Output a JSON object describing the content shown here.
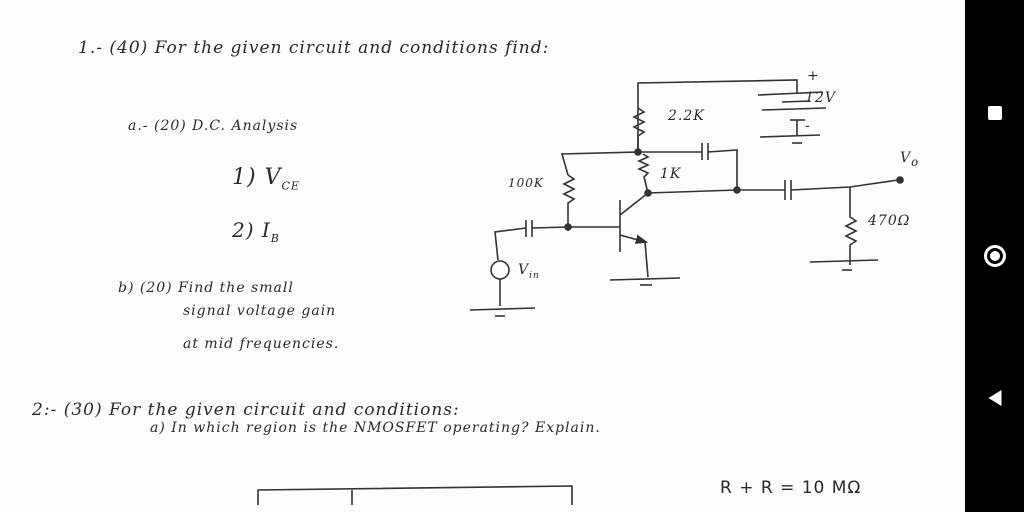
{
  "problem1": {
    "heading": "1.- (40)  For  the  given  circuit  and  conditions  find:",
    "part_a": "a.- (20)  D.C. Analysis",
    "item1": "1) V",
    "item1_sub": "CE",
    "item2": "2) I",
    "item2_sub": "B",
    "part_b_line1": "b) (20)  Find  the  small",
    "part_b_line2": "signal  voltage  gain",
    "part_b_line3": "at  mid frequencies."
  },
  "circuit": {
    "supply": "12V",
    "plus": "+",
    "minus": "-",
    "r_collector": "2.2K",
    "r_feedback": "1K",
    "r_base": "100K",
    "r_load": "470Ω",
    "output": "V",
    "output_sub": "o",
    "input": "V",
    "input_sub": "in"
  },
  "problem2": {
    "heading": "2:- (30)  For   the  given  circuit  and  conditions:",
    "part_a": "a)  In   which   region   is   the   NMOSFET   operating?  Explain.",
    "condition": "R  + R  = 10 MΩ"
  },
  "navbar": {
    "icons": [
      "recent-apps-icon",
      "home-icon",
      "back-icon"
    ]
  }
}
